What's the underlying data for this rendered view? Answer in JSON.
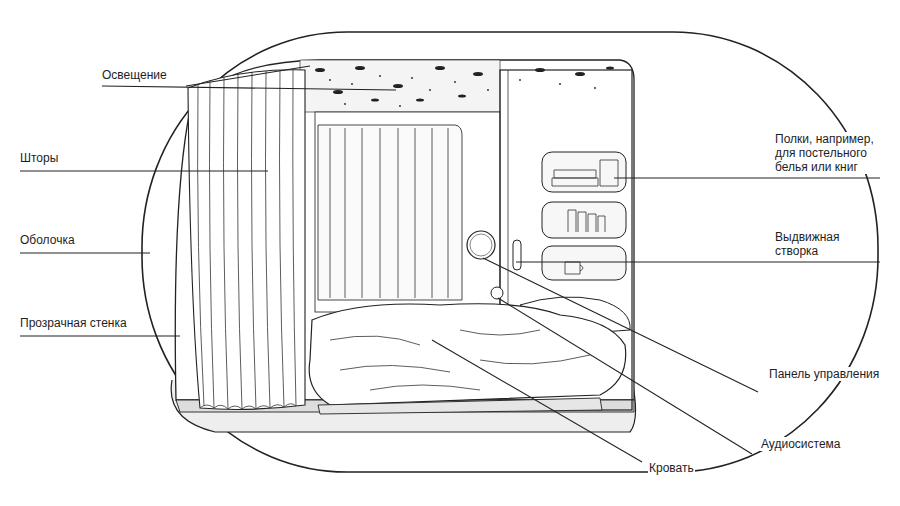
{
  "diagram": {
    "labels": [
      "Освещение",
      "Шторы",
      "Оболочка",
      "Прозрачная стенка",
      "Полки, например, для постельного белья или книг",
      "Выдвижная створка",
      "Панель управления",
      "Аудиосистема",
      "Кровать"
    ]
  }
}
